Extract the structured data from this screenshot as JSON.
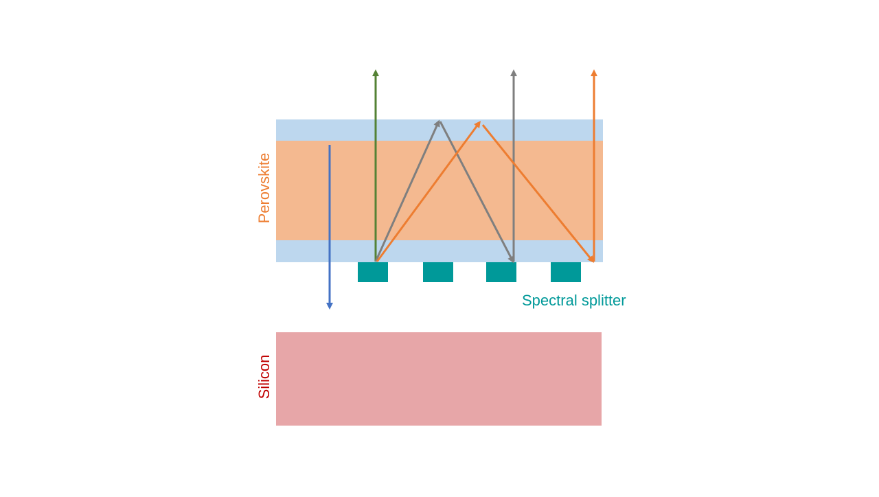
{
  "labels": {
    "perovskite": "Perovskite",
    "silicon": "Silicon",
    "spectral_splitter": "Spectral splitter"
  },
  "colors": {
    "background": "#ffffff",
    "cladding_blue": "#bdd7ee",
    "perovskite_orange": "#f4b990",
    "perovskite_label": "#ed7d31",
    "silicon_fill": "#e7a6a8",
    "silicon_label": "#c00000",
    "splitter_teal": "#009999",
    "ray_green": "#548235",
    "ray_gray": "#7f7f7f",
    "ray_orange": "#ed7d31",
    "ray_blue": "#4472c4"
  },
  "rays": [
    {
      "name": "transmitted-blue-ray",
      "color": "ray_blue"
    },
    {
      "name": "reflected-green-ray",
      "color": "ray_green"
    },
    {
      "name": "trapped-gray-ray",
      "color": "ray_gray"
    },
    {
      "name": "trapped-orange-ray",
      "color": "ray_orange"
    }
  ]
}
